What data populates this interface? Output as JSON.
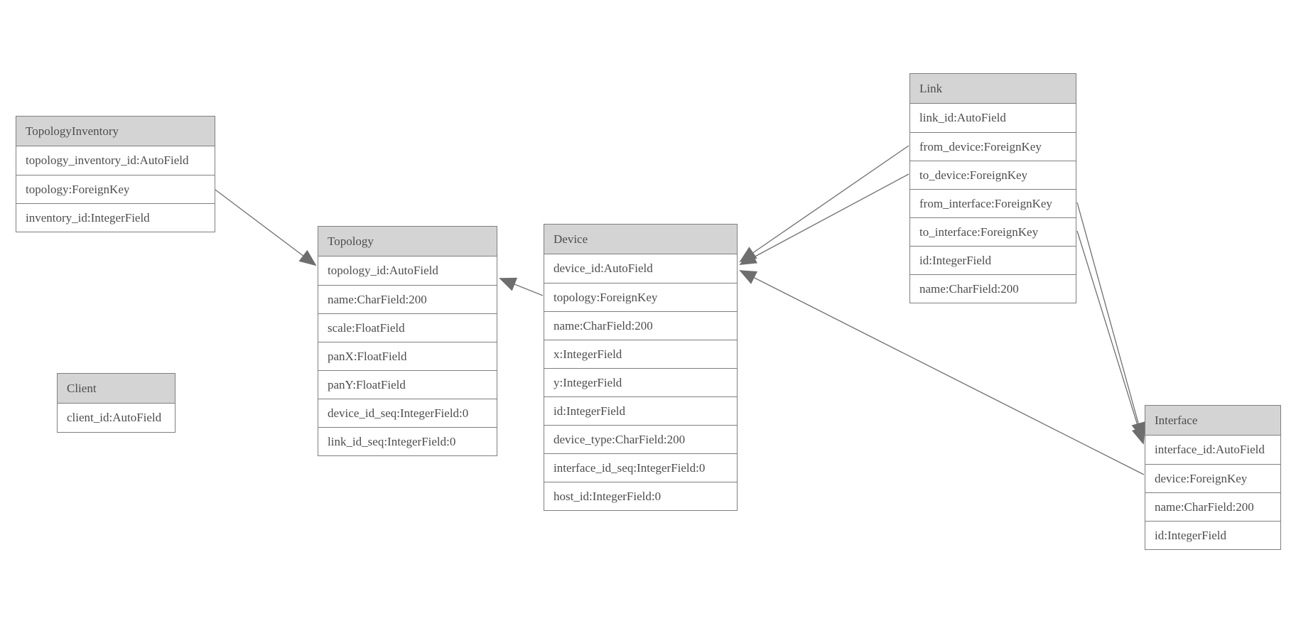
{
  "diagram": {
    "type": "entity-relationship-diagram",
    "colors": {
      "header_fill": "#d4d4d4",
      "table_border": "#7f7f7f",
      "text": "#4d4d4d",
      "edge_line": "#6f6f6f",
      "arrowhead_fill": "#6e6e6e",
      "background": "#ffffff"
    },
    "tables": [
      {
        "title": "TopologyInventory",
        "fields": [
          "topology_inventory_id:AutoField",
          "topology:ForeignKey",
          "inventory_id:IntegerField"
        ]
      },
      {
        "title": "Topology",
        "fields": [
          "topology_id:AutoField",
          "name:CharField:200",
          "scale:FloatField",
          "panX:FloatField",
          "panY:FloatField",
          "device_id_seq:IntegerField:0",
          "link_id_seq:IntegerField:0"
        ]
      },
      {
        "title": "Client",
        "fields": [
          "client_id:AutoField"
        ]
      },
      {
        "title": "Device",
        "fields": [
          "device_id:AutoField",
          "topology:ForeignKey",
          "name:CharField:200",
          "x:IntegerField",
          "y:IntegerField",
          "id:IntegerField",
          "device_type:CharField:200",
          "interface_id_seq:IntegerField:0",
          "host_id:IntegerField:0"
        ]
      },
      {
        "title": "Link",
        "fields": [
          "link_id:AutoField",
          "from_device:ForeignKey",
          "to_device:ForeignKey",
          "from_interface:ForeignKey",
          "to_interface:ForeignKey",
          "id:IntegerField",
          "name:CharField:200"
        ]
      },
      {
        "title": "Interface",
        "fields": [
          "interface_id:AutoField",
          "device:ForeignKey",
          "name:CharField:200",
          "id:IntegerField"
        ]
      }
    ],
    "relations": [
      {
        "from": "TopologyInventory.topology",
        "to": "Topology.topology_id"
      },
      {
        "from": "Device.topology",
        "to": "Topology.topology_id"
      },
      {
        "from": "Link.from_device",
        "to": "Device.device_id"
      },
      {
        "from": "Link.to_device",
        "to": "Device.device_id"
      },
      {
        "from": "Link.from_interface",
        "to": "Interface.interface_id"
      },
      {
        "from": "Link.to_interface",
        "to": "Interface.interface_id"
      },
      {
        "from": "Interface.device",
        "to": "Device.device_id"
      }
    ]
  }
}
